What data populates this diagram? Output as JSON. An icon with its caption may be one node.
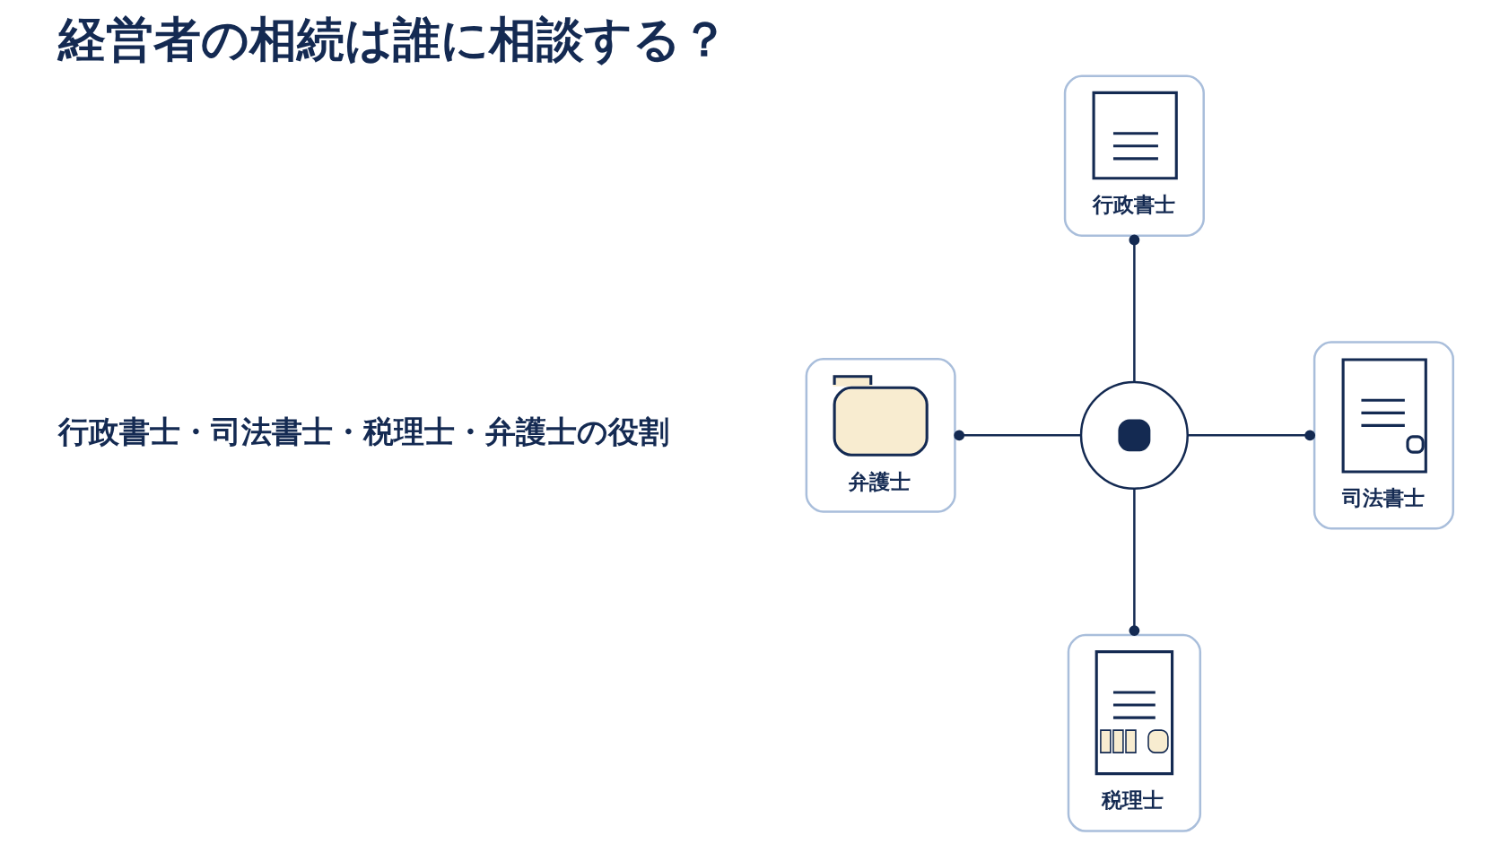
{
  "diagram": {
    "title": "経営者の相続は誰に相談する？",
    "nodes": [
      {
        "text": [
          "行政書士"
        ]
      },
      {
        "text": [
          "弁護士"
        ]
      },
      {
        "text": [],
        "shape": "circle"
      },
      {
        "text": [
          "司法書士"
        ]
      },
      {
        "text": [
          "税理士"
        ]
      }
    ],
    "edges": [
      {
        "from": 0,
        "to": 2,
        "arrow": "other"
      },
      {
        "from": 1,
        "to": 2,
        "arrow": "other"
      },
      {
        "from": 2,
        "to": 3,
        "arrow": "other"
      },
      {
        "from": 2,
        "to": 4,
        "arrow": "other"
      }
    ],
    "labels": [
      "行政書士・司法書士・税理士・弁護士の役割"
    ]
  }
}
